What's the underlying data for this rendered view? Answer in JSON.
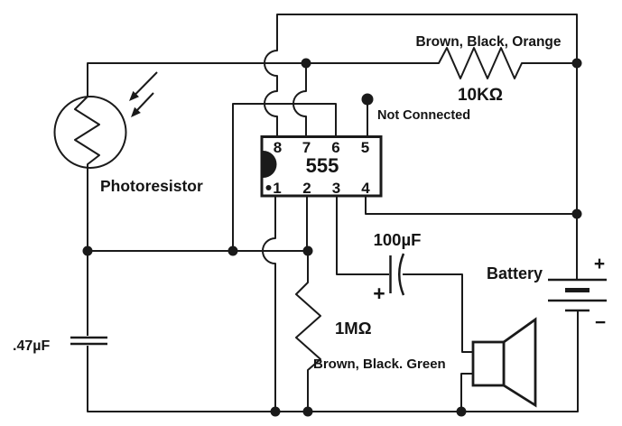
{
  "components": {
    "photoresistor": {
      "label": "Photoresistor"
    },
    "resistor_10k": {
      "value": "10KΩ",
      "color_code": "Brown, Black, Orange"
    },
    "resistor_1m": {
      "value": "1MΩ",
      "color_code": "Brown, Black. Green"
    },
    "capacitor_100uf": {
      "value": "100µF",
      "polarity_plus": "+"
    },
    "capacitor_047uf": {
      "value": ".47µF"
    },
    "battery": {
      "label": "Battery",
      "positive": "+",
      "negative": "−"
    },
    "ic_555": {
      "name": "555",
      "pins_top": [
        "8",
        "7",
        "6",
        "5"
      ],
      "pins_bottom": [
        "1",
        "2",
        "3",
        "4"
      ]
    },
    "not_connected": {
      "label": "Not Connected"
    }
  },
  "colors": {
    "line": "#1a1a1a",
    "text": "#141414",
    "background": "#ffffff"
  }
}
